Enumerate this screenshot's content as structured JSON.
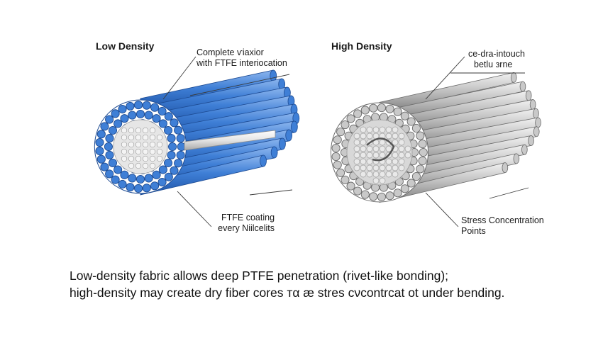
{
  "panels": {
    "low": {
      "title": "Low Density",
      "callout_top": [
        "Complete ѵiaxior",
        "with FTFE interiocation"
      ],
      "callout_bottom": [
        "FTFE coating",
        "every Niilcelits"
      ],
      "fiber_color": "#3f7fd6",
      "core_color": "#e6e6e6"
    },
    "high": {
      "title": "High Density",
      "callout_top": [
        "ce-dra-intouch",
        "betlu зrne"
      ],
      "callout_bottom": [
        "Stress Concentration",
        "Points"
      ],
      "fiber_color": "#c9c9c9"
    }
  },
  "caption": [
    "Low-density fabric allows deep PTFE penetration (rivet-like bonding);",
    "high-density may create dry fiber cores тα æ stres сνcontrсat ot under bending."
  ]
}
